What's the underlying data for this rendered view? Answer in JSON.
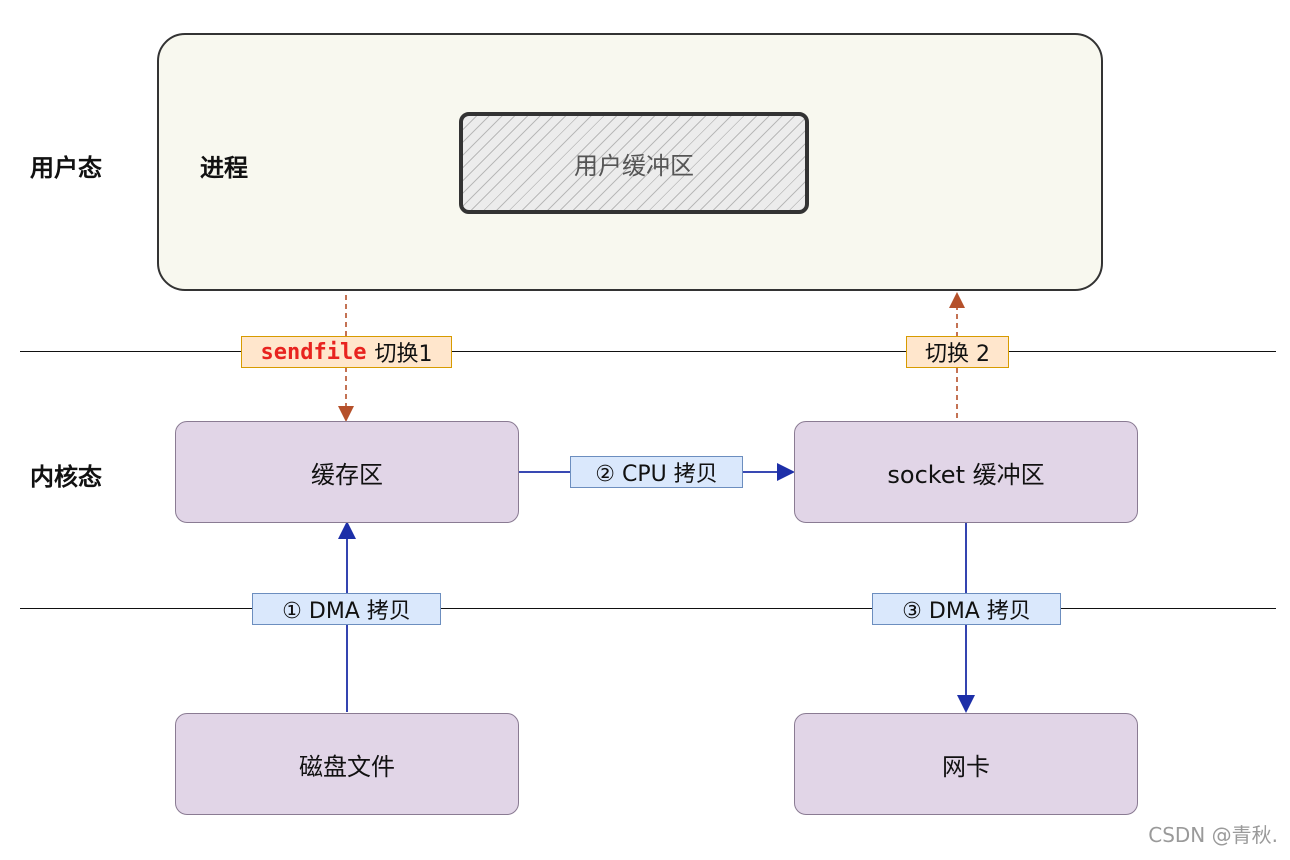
{
  "layers": {
    "user_mode": "用户态",
    "kernel_mode": "内核态"
  },
  "process": {
    "label": "进程",
    "user_buffer": "用户缓冲区"
  },
  "nodes": {
    "cache": "缓存区",
    "socket_buffer": "socket 缓冲区",
    "disk_file": "磁盘文件",
    "nic": "网卡"
  },
  "tags": {
    "sendfile_cmd": "sendfile",
    "switch1": "切换1",
    "switch2": "切换 2",
    "cpu_copy": "② CPU 拷贝",
    "dma_copy1": "① DMA 拷贝",
    "dma_copy3": "③ DMA 拷贝"
  },
  "watermark": "CSDN @青秋.",
  "colors": {
    "dashed_arrow": "#b5502a",
    "solid_arrow": "#1d2fa8",
    "node_fill": "#e1d5e7",
    "tag_orange": "#ffe6cc",
    "tag_blue": "#dae8fc",
    "sendfile_red": "#e8231f"
  }
}
